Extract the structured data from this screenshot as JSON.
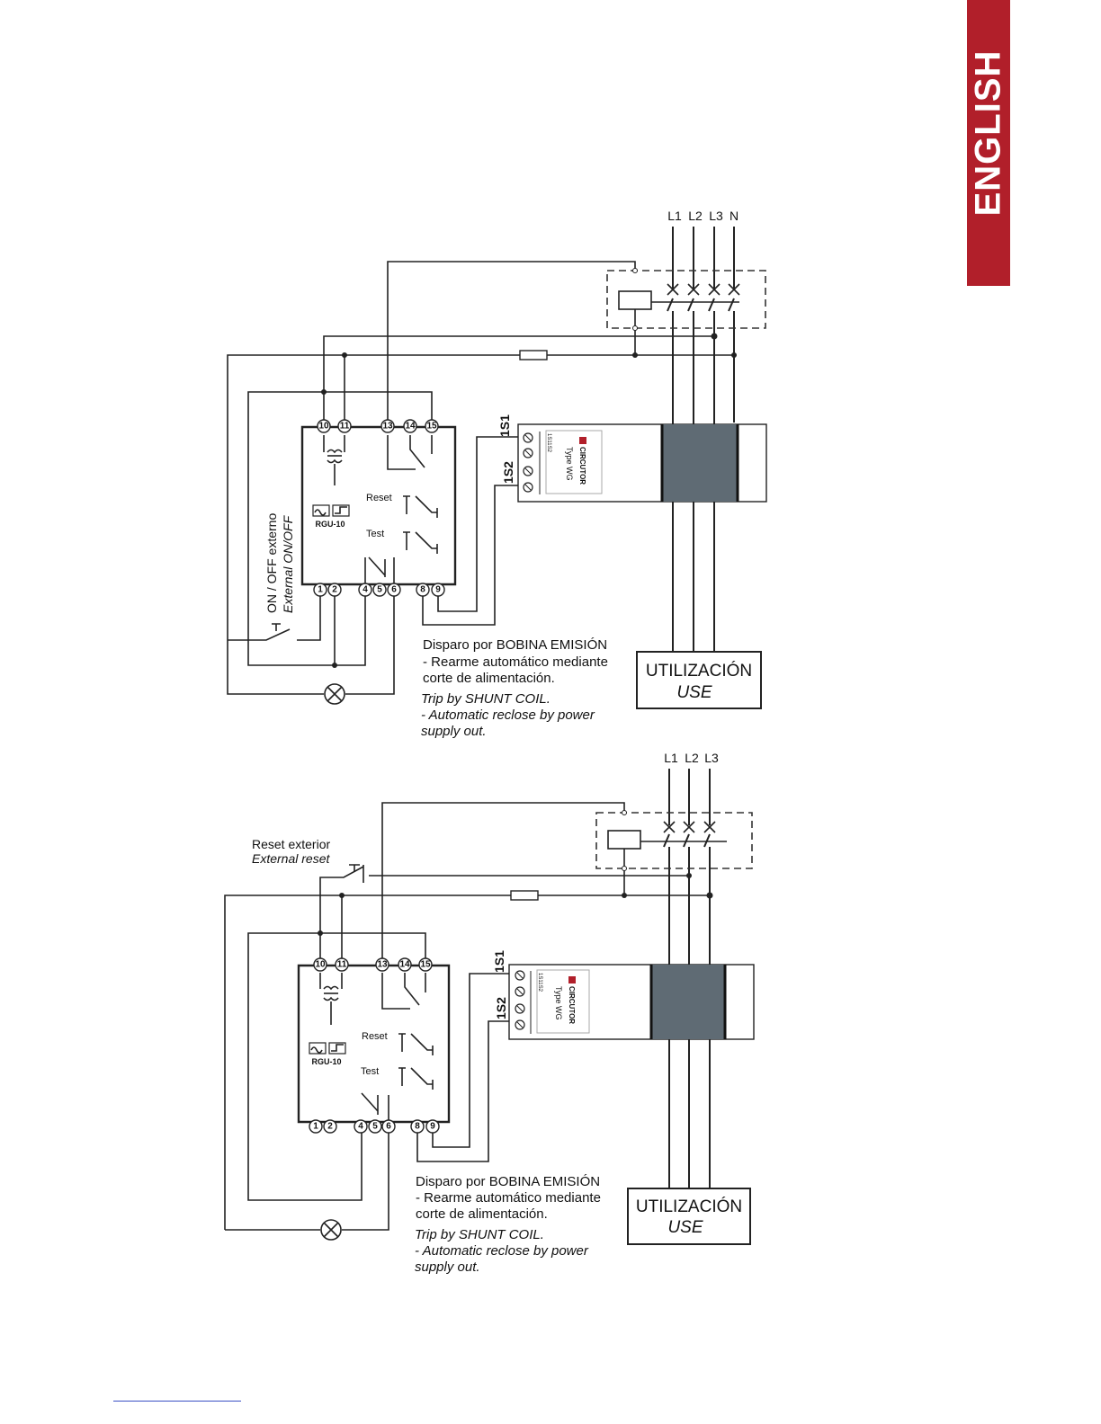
{
  "page": {
    "language_tab": "ENGLISH"
  },
  "diagram_top": {
    "phase_labels": [
      "L1",
      "L2",
      "L3",
      "N"
    ],
    "switch_label_es": "ON / OFF externo",
    "switch_label_en": "External ON/OFF",
    "relay": {
      "model": "RGU-10",
      "reset_label": "Reset",
      "test_label": "Test",
      "terminals_top": [
        "10",
        "11",
        "13",
        "14",
        "15"
      ],
      "terminals_bottom": [
        "1",
        "2",
        "4",
        "5",
        "6",
        "8",
        "9"
      ]
    },
    "transformer": {
      "brand": "CIRCUTOR",
      "type_label": "Type WG",
      "terminal_code": "1S11S2",
      "wire_1s1": "1S1",
      "wire_1s2": "1S2"
    },
    "note_es_title": "Disparo por BOBINA EMISIÓN",
    "note_es_line2": "- Rearme automático mediante",
    "note_es_line3": "corte de alimentación.",
    "note_en_title": "Trip by SHUNT COIL.",
    "note_en_line2": "- Automatic reclose by power",
    "note_en_line3": "supply out.",
    "load_es": "UTILIZACIÓN",
    "load_en": "USE"
  },
  "diagram_bottom": {
    "phase_labels": [
      "L1",
      "L2",
      "L3"
    ],
    "reset_label_es": "Reset exterior",
    "reset_label_en": "External reset",
    "relay": {
      "model": "RGU-10",
      "reset_label": "Reset",
      "test_label": "Test",
      "terminals_top": [
        "10",
        "11",
        "13",
        "14",
        "15"
      ],
      "terminals_bottom": [
        "1",
        "2",
        "4",
        "5",
        "6",
        "8",
        "9"
      ]
    },
    "transformer": {
      "brand": "CIRCUTOR",
      "type_label": "Type WG",
      "terminal_code": "1S11S2",
      "wire_1s1": "1S1",
      "wire_1s2": "1S2"
    },
    "note_es_title": "Disparo por BOBINA EMISIÓN",
    "note_es_line2": "- Rearme automático mediante",
    "note_es_line3": "corte de alimentación.",
    "note_en_title": "Trip by SHUNT COIL.",
    "note_en_line2": "- Automatic reclose by power",
    "note_en_line3": "supply out.",
    "load_es": "UTILIZACIÓN",
    "load_en": "USE"
  }
}
